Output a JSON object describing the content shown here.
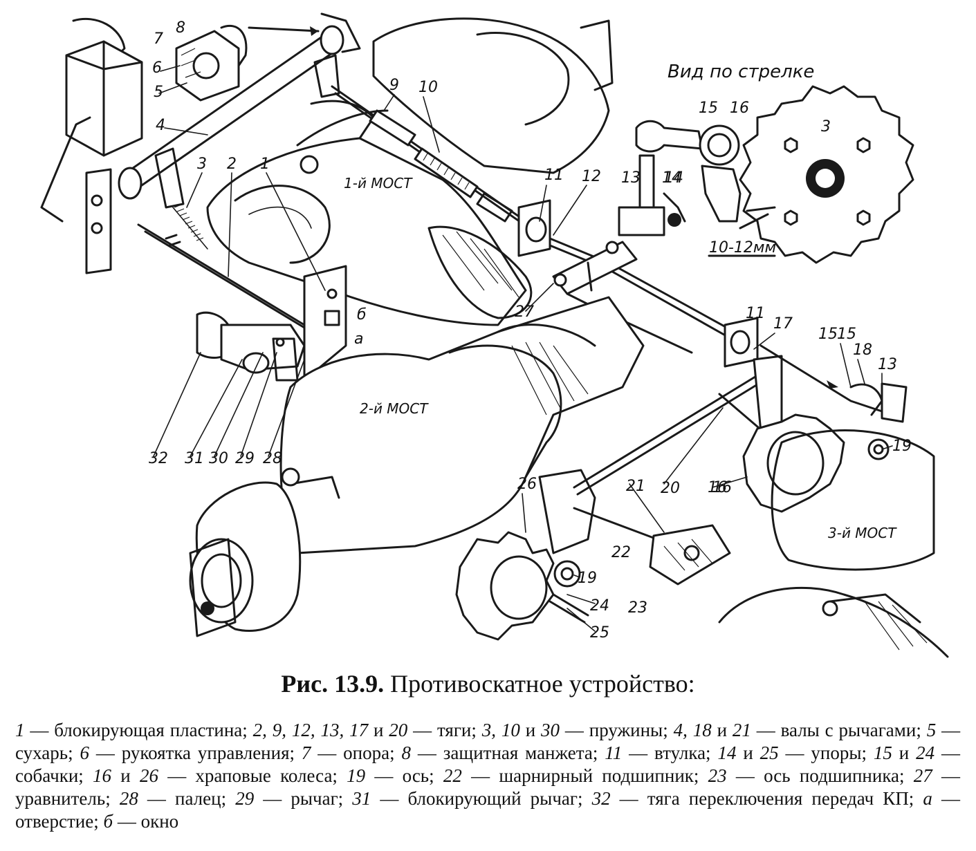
{
  "figure": {
    "view_label": "Вид по стрелке",
    "gap_label": "10-12мм",
    "bridges": [
      "1-й МОСТ",
      "2-й МОСТ",
      "3-й МОСТ"
    ],
    "callouts": [
      "1",
      "2",
      "3",
      "4",
      "5",
      "6",
      "7",
      "8",
      "9",
      "10",
      "11",
      "12",
      "13",
      "14",
      "15",
      "16",
      "17",
      "18",
      "19",
      "20",
      "21",
      "22",
      "23",
      "24",
      "25",
      "26",
      "27",
      "28",
      "29",
      "30",
      "31",
      "32",
      "а",
      "б",
      "11",
      "15",
      "16",
      "3",
      "13",
      "14",
      "15",
      "16",
      "19"
    ]
  },
  "caption": {
    "title_bold": "Рис. 13.9.",
    "title_text": "Противоскатное устройство:",
    "legend": [
      {
        "num": "1",
        "text": " — блокирующая пластина; "
      },
      {
        "num": "2, 9, 12, 13, 17",
        "text": " и "
      },
      {
        "num": "20",
        "text": " — тяги; "
      },
      {
        "num": "3, 10",
        "text": " и "
      },
      {
        "num": "30",
        "text": " — пружины; "
      },
      {
        "num": "4, 18",
        "text": " и "
      },
      {
        "num": "21",
        "text": " — валы с рычагами; "
      },
      {
        "num": "5",
        "text": " — сухарь; "
      },
      {
        "num": "6",
        "text": " — рукоятка управления; "
      },
      {
        "num": "7",
        "text": " — опора; "
      },
      {
        "num": "8",
        "text": " — защитная манжета; "
      },
      {
        "num": "11",
        "text": " — втулка; "
      },
      {
        "num": "14",
        "text": " и "
      },
      {
        "num": "25",
        "text": " — упоры; "
      },
      {
        "num": "15",
        "text": " и "
      },
      {
        "num": "24",
        "text": " — собачки; "
      },
      {
        "num": "16",
        "text": " и "
      },
      {
        "num": "26",
        "text": " — храповые колеса; "
      },
      {
        "num": "19",
        "text": " — ось; "
      },
      {
        "num": "22",
        "text": " — шарнирный подшипник; "
      },
      {
        "num": "23",
        "text": " — ось подшипника; "
      },
      {
        "num": "27",
        "text": " — уравнитель; "
      },
      {
        "num": "28",
        "text": " — палец; "
      },
      {
        "num": "29",
        "text": " — рычаг; "
      },
      {
        "num": "31",
        "text": " — блокирующий рычаг; "
      },
      {
        "num": "32",
        "text": " — тяга переключения передач КП; "
      },
      {
        "num": "а",
        "text": " — отверстие; "
      },
      {
        "num": "б",
        "text": " — окно"
      }
    ]
  }
}
